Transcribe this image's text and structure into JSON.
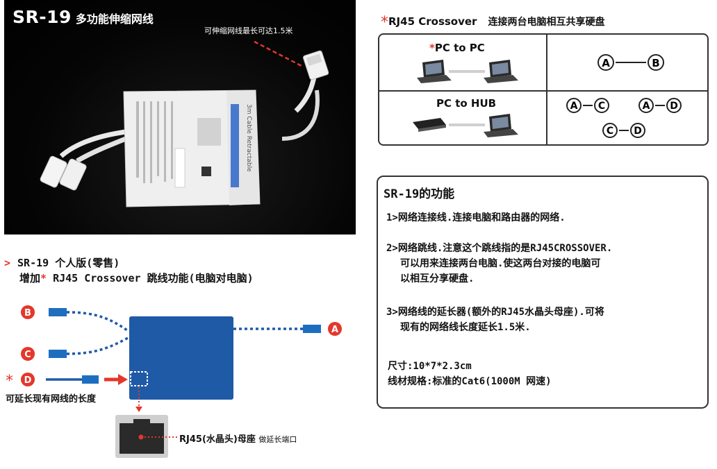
{
  "photo": {
    "model": "SR-19",
    "subtitle": "多功能伸缩网线",
    "note": "可伸缩网线最长可达1.5米",
    "label_text": "3m Cable Retractable"
  },
  "edition": {
    "line1": "SR-19 个人版(零售)",
    "line2_prefix": "增加",
    "line2_star": "*",
    "line2_rest": " RJ45 Crossover 跳线功能(电脑对电脑)"
  },
  "wiring": {
    "port_a": "A",
    "port_b": "B",
    "port_c": "C",
    "port_d": "D",
    "star": "*",
    "extend_label": "可延长现有网线的长度",
    "socket_label": "RJ45(水晶头)母座",
    "socket_note": "做延长端口"
  },
  "crossover": {
    "star": "*",
    "name": "RJ45 Crossover",
    "desc": "连接两台电脑相互共享硬盘",
    "rows": [
      {
        "label_star": "*",
        "label": "PC to PC",
        "pairs": [
          [
            "A",
            "B"
          ]
        ]
      },
      {
        "label_star": "",
        "label": "PC to HUB",
        "pairs": [
          [
            "A",
            "C"
          ],
          [
            "A",
            "D"
          ],
          [
            "C",
            "D"
          ]
        ]
      }
    ]
  },
  "features": {
    "title": "SR-19的功能",
    "item1": "1>网络连接线.连接电脑和路由器的网络.",
    "item2_a": "2>网络跳线.注意这个跳线指的是RJ45CROSSOVER.",
    "item2_b": "可以用来连接两台电脑.使这两台对接的电脑可",
    "item2_c": "以相互分享硬盘.",
    "item3_a": "3>网络线的延长器(额外的RJ45水晶头母座).可将",
    "item3_b": "现有的网络线长度延长1.5米.",
    "size": "尺寸:10*7*2.3cm",
    "cable_spec": "线材规格:标准的Cat6(1000M 网速)"
  },
  "colors": {
    "accent_red": "#e4372b",
    "device_blue": "#1f5aa6",
    "plug_blue": "#1e6ec0"
  }
}
